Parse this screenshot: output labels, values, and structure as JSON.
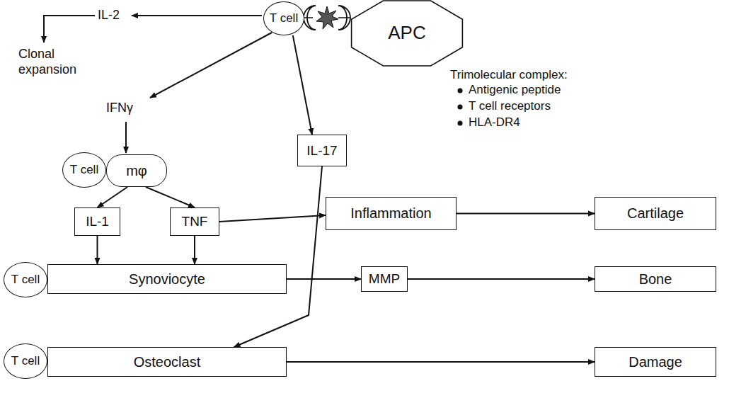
{
  "diagram": {
    "nodes": [
      {
        "text": [
          "T cell"
        ]
      },
      {
        "text": [
          "APC"
        ]
      },
      {
        "text": [
          "IL-17"
        ]
      },
      {
        "text": [
          "T cell"
        ]
      },
      {
        "text": [
          "mφ"
        ]
      },
      {
        "text": [
          "IL-1"
        ]
      },
      {
        "text": [
          "TNF"
        ]
      },
      {
        "text": [
          "Inflammation"
        ]
      },
      {
        "text": [
          "Cartilage"
        ]
      },
      {
        "text": [
          "T cell"
        ]
      },
      {
        "text": [
          "Synoviocyte"
        ]
      },
      {
        "text": [
          "MMP"
        ]
      },
      {
        "text": [
          "Bone"
        ]
      },
      {
        "text": [
          "T cell"
        ]
      },
      {
        "text": [
          "Osteoclast"
        ]
      },
      {
        "text": [
          "Damage"
        ]
      }
    ],
    "edges": [
      {
        "from": 0,
        "to": 2,
        "arrow": "to"
      },
      {
        "from": 4,
        "to": 5,
        "arrow": "to"
      },
      {
        "from": 4,
        "to": 6,
        "arrow": "to"
      },
      {
        "from": 5,
        "to": 10,
        "arrow": "to"
      },
      {
        "from": 6,
        "to": 10,
        "arrow": "to"
      },
      {
        "from": 6,
        "to": 7,
        "arrow": "to"
      },
      {
        "from": 7,
        "to": 8,
        "arrow": "to"
      },
      {
        "from": 10,
        "to": 11,
        "arrow": "to"
      },
      {
        "from": 11,
        "to": 12,
        "arrow": "to"
      },
      {
        "from": 2,
        "to": 14,
        "arrow": "to"
      },
      {
        "from": 14,
        "to": 15,
        "arrow": "to"
      }
    ],
    "labels": [
      "IL-2",
      "Clonal expansion",
      "IFNγ",
      "Trimolecular complex:",
      "Antigenic peptide",
      "T cell receptors",
      "HLA-DR4"
    ]
  }
}
